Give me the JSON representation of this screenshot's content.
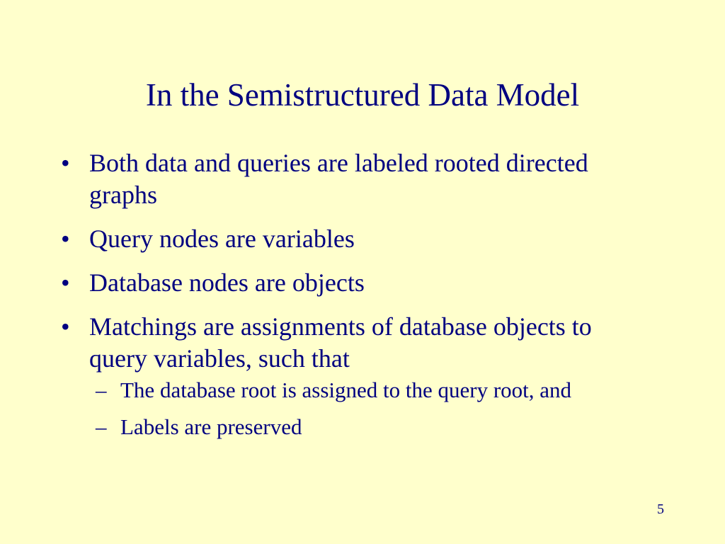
{
  "slide": {
    "title": "In the Semistructured Data Model",
    "bullets": [
      {
        "text": "Both data and queries are labeled rooted directed graphs",
        "subbullets": []
      },
      {
        "text": "Query nodes are variables",
        "subbullets": []
      },
      {
        "text": "Database nodes are objects",
        "subbullets": []
      },
      {
        "text": "Matchings are assignments of database objects to query variables, such that",
        "subbullets": [
          "The database root is assigned to the query root, and",
          "Labels are preserved"
        ]
      }
    ],
    "bullet_marker": "•",
    "sub_bullet_marker": "–",
    "page_number": "5"
  },
  "colors": {
    "background": "#FFFFCC",
    "text": "#000080"
  }
}
